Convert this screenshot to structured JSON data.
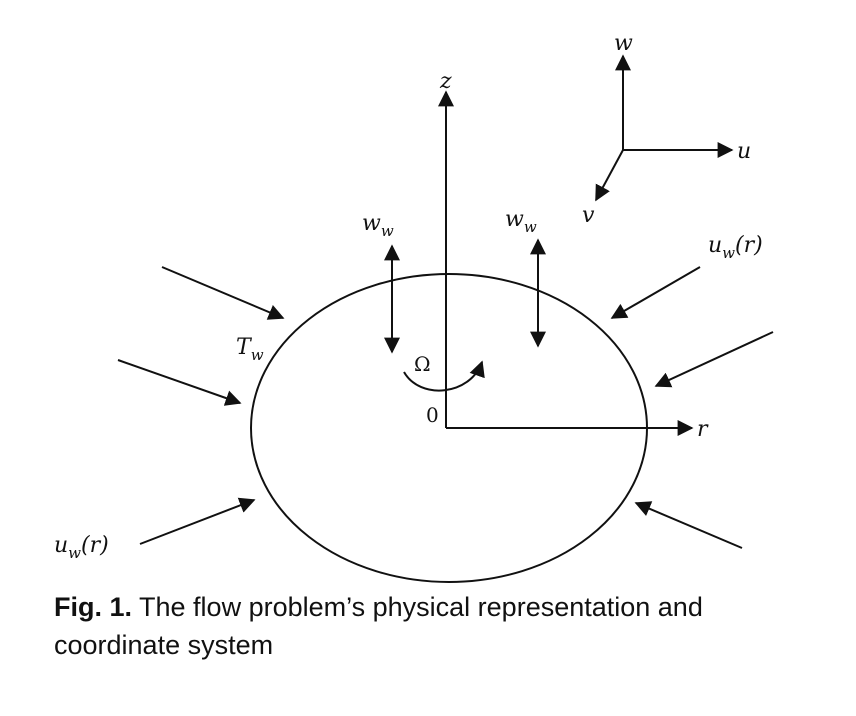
{
  "labels": {
    "axis_z": "z",
    "axis_r": "r",
    "origin": "0",
    "omega": "Ω",
    "coord_w": "w",
    "coord_u": "u",
    "coord_v": "v",
    "temp_base": "T",
    "temp_sub": "w",
    "wall_vel_base": "w",
    "wall_vel_sub": "w",
    "stretch_base": "u",
    "stretch_sub": "w",
    "stretch_arg": "(r)"
  },
  "caption": {
    "label": "Fig. 1.",
    "text": " The flow problem’s physical representation and coordinate system"
  }
}
